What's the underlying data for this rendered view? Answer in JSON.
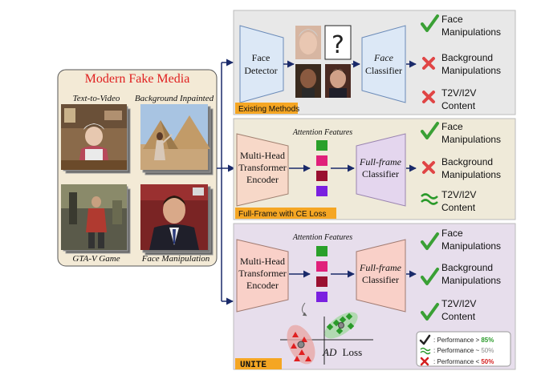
{
  "left_panel": {
    "title": "Modern Fake Media",
    "thumbnails": [
      {
        "label": "Text-to-Video"
      },
      {
        "label": "Background Inpainted"
      },
      {
        "label": "GTA-V Game"
      },
      {
        "label": "Face Manipulation"
      }
    ]
  },
  "rows": [
    {
      "tag": "Existing Methods",
      "encoder_lines": [
        "Face",
        "Detector"
      ],
      "classifier_lines": [
        "Face",
        "Classifier"
      ],
      "question_mark": "?",
      "results": [
        {
          "status": "check",
          "lines": [
            "Face",
            "Manipulations"
          ]
        },
        {
          "status": "cross",
          "lines": [
            "Background",
            "Manipulations"
          ]
        },
        {
          "status": "cross",
          "lines": [
            "T2V/I2V",
            "Content"
          ]
        }
      ]
    },
    {
      "tag": "Full-Frame with CE Loss",
      "attention_label": "Attention Features",
      "encoder_lines": [
        "Multi-Head",
        "Transformer",
        "Encoder"
      ],
      "classifier_lines": [
        "Full-frame",
        "Classifier"
      ],
      "results": [
        {
          "status": "check",
          "lines": [
            "Face",
            "Manipulations"
          ]
        },
        {
          "status": "cross",
          "lines": [
            "Background",
            "Manipulations"
          ]
        },
        {
          "status": "approx",
          "lines": [
            "T2V/I2V",
            "Content"
          ]
        }
      ]
    },
    {
      "tag": "UNITE",
      "attention_label": "Attention Features",
      "encoder_lines": [
        "Multi-Head",
        "Transformer",
        "Encoder"
      ],
      "classifier_lines": [
        "Full-frame",
        "Classifier"
      ],
      "loss_label": "AD",
      "loss_suffix": "Loss",
      "results": [
        {
          "status": "check",
          "lines": [
            "Face",
            "Manipulations"
          ]
        },
        {
          "status": "check",
          "lines": [
            "Background",
            "Manipulations"
          ]
        },
        {
          "status": "check",
          "lines": [
            "T2V/I2V",
            "Content"
          ]
        }
      ]
    }
  ],
  "legend": [
    {
      "status": "check",
      "prefix": ":  Performance > ",
      "value": "85%",
      "color": "#2a9a2a"
    },
    {
      "status": "approx",
      "prefix": ":  Performance ~ ",
      "value": "50%",
      "color": "#888888"
    },
    {
      "status": "cross",
      "prefix": ":  Performance < ",
      "value": "50%",
      "color": "#d42020"
    }
  ],
  "colors": {
    "left_panel_bg": "#f3ead6",
    "row1_bg": "#e8e8e8",
    "row2_bg": "#efead9",
    "row3_bg": "#e7deec",
    "tag_bg": "#f5a623",
    "face_detector_fill": "#dce8f6",
    "encoder2_fill": "#f7d8c8",
    "classifier2_fill": "#e4d6ee",
    "encoder3_fill": "#f9d0c8",
    "classifier3_fill": "#f9d0c8",
    "check": "#3aa035",
    "cross": "#e04545",
    "approx": "#2a9a2a",
    "arrow": "#1a2a6a",
    "attn_squares": [
      "#2aa02a",
      "#e0207a",
      "#9a1030",
      "#7a20e0"
    ]
  }
}
